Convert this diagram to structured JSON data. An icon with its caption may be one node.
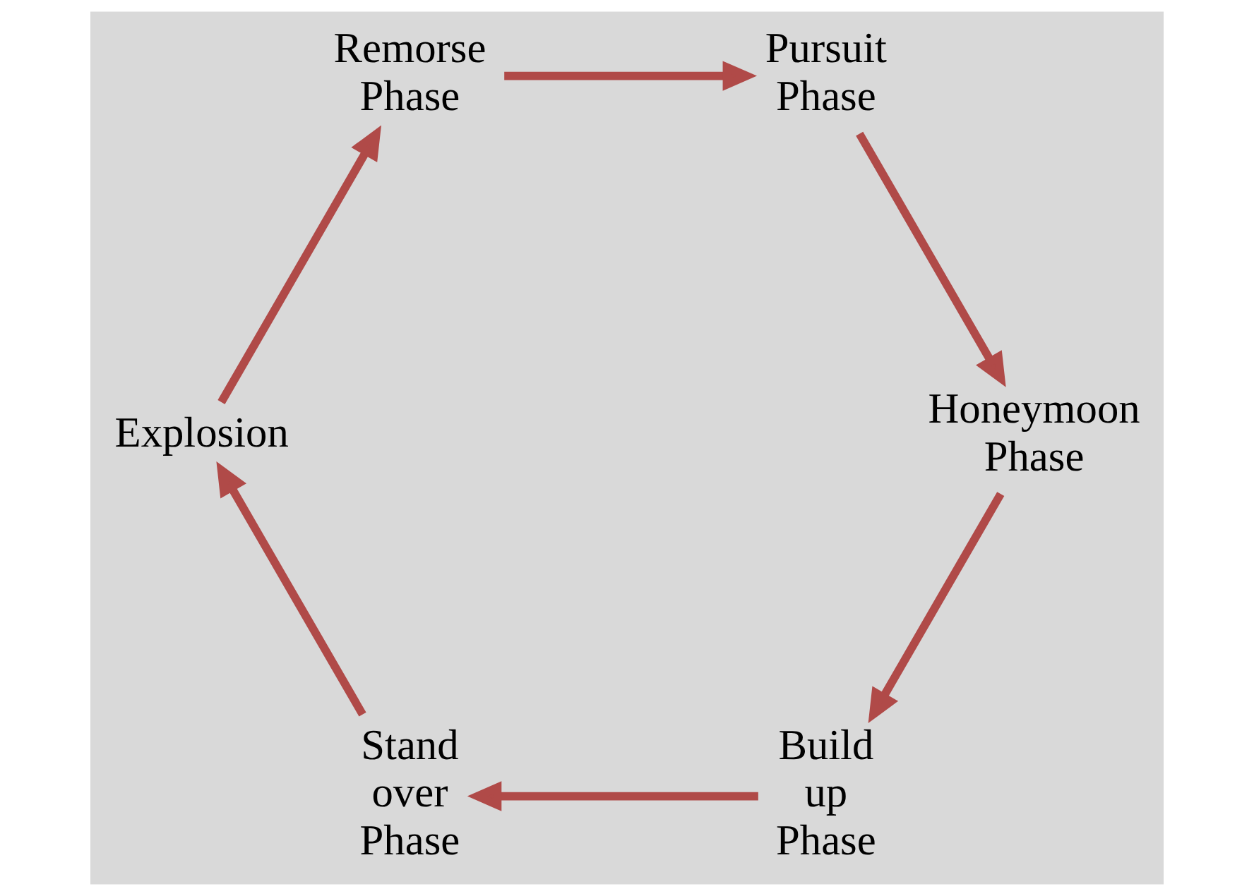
{
  "diagram": {
    "nodes": [
      {
        "text": [
          "Build up Phase"
        ]
      },
      {
        "text": [
          "Stand over Phase"
        ]
      },
      {
        "text": [
          "Explosion"
        ]
      },
      {
        "text": [
          "Remorse Phase"
        ]
      },
      {
        "text": [
          "Pursuit Phase"
        ]
      },
      {
        "text": [
          "Honeymoon Phase"
        ]
      }
    ],
    "edges": [
      {
        "from": 0,
        "to": 1,
        "arrow": "to"
      },
      {
        "from": 1,
        "to": 2,
        "arrow": "to"
      },
      {
        "from": 2,
        "to": 3,
        "arrow": "to"
      },
      {
        "from": 3,
        "to": 4,
        "arrow": "to"
      },
      {
        "from": 4,
        "to": 5,
        "arrow": "to"
      },
      {
        "from": 5,
        "to": 0,
        "arrow": "to"
      }
    ]
  }
}
